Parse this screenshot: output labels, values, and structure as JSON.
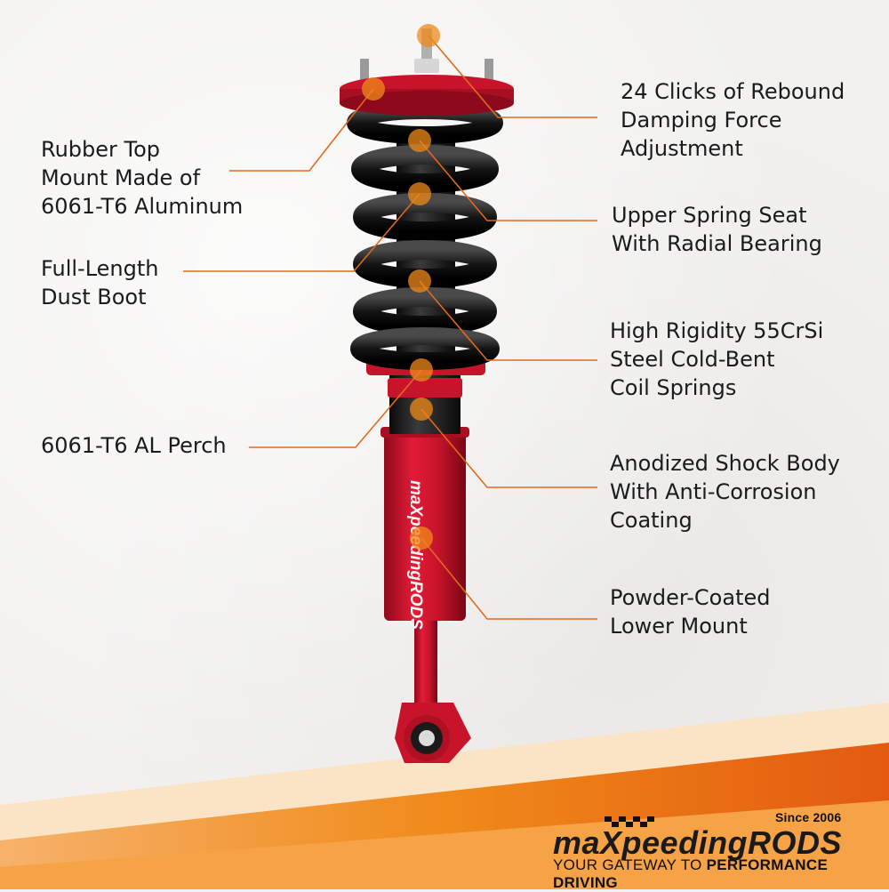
{
  "features": {
    "rebound": "24 Clicks of Rebound\nDamping Force\nAdjustment",
    "top_mount": "Rubber Top\nMount Made of\n6061-T6 Aluminum",
    "spring_seat": "Upper Spring Seat\nWith Radial Bearing",
    "dust_boot": "Full-Length\nDust Boot",
    "springs": "High Rigidity 55CrSi\nSteel Cold-Bent\nCoil Springs",
    "perch": "6061-T6 AL Perch",
    "shock_body": "Anodized Shock Body\nWith Anti-Corrosion\nCoating",
    "lower_mount": "Powder-Coated\nLower Mount"
  },
  "brand": {
    "since": "Since 2006",
    "logo": "maXpeedingRODS",
    "tagline_prefix": "YOUR GATEWAY TO ",
    "tagline_emphasis": "PERFORMANCE DRIVING",
    "body_logo": "maXpeedingRODS"
  },
  "colors": {
    "callout": "#e06a1c",
    "shock_red": "#c8142b",
    "spring_black": "#181818",
    "accent_orange": "#f08a1a"
  }
}
